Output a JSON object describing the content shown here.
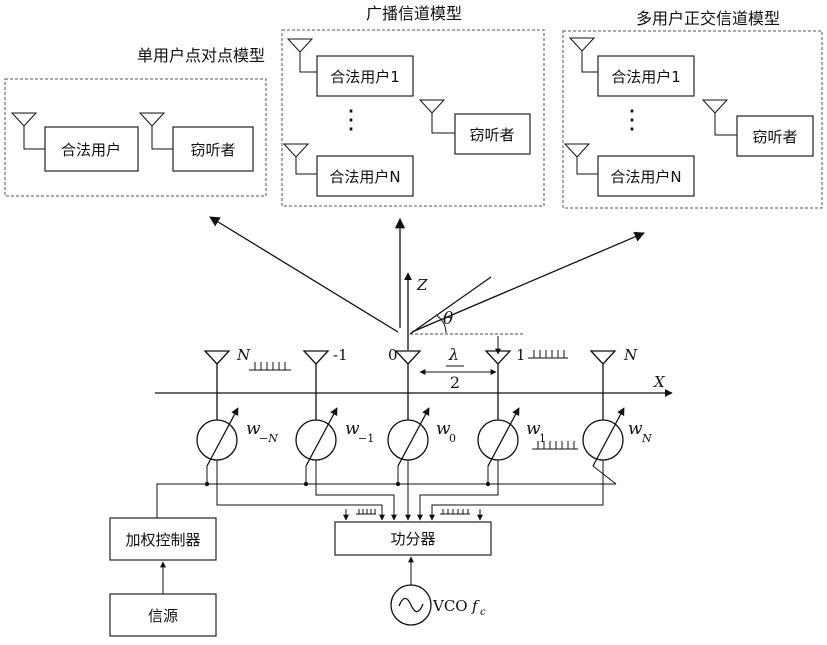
{
  "models": {
    "p2p": {
      "title": "单用户点对点模型",
      "user": "合法用户",
      "eve": "窃听者"
    },
    "broadcast": {
      "title": "广播信道模型",
      "user1": "合法用户1",
      "dots": "⋮",
      "userN": "合法用户N",
      "eve": "窃听者"
    },
    "multi": {
      "title": "多用户正交信道模型",
      "user1": "合法用户1",
      "dots": "⋮",
      "userN": "合法用户N",
      "eve": "窃听者"
    }
  },
  "array": {
    "axis_z": "Z",
    "axis_x": "X",
    "theta": "θ",
    "lambda": "λ",
    "two": "2",
    "labels": [
      "N",
      "-1",
      "0",
      "1",
      "N"
    ],
    "weights": {
      "w_neg_N": {
        "base": "w",
        "sub": "−N"
      },
      "w_neg_1": {
        "base": "w",
        "sub": "−1"
      },
      "w_0": {
        "base": "w",
        "sub": "0"
      },
      "w_1": {
        "base": "w",
        "sub": "1"
      },
      "w_N": {
        "base": "w",
        "sub": "N"
      }
    }
  },
  "blocks": {
    "weight_controller": "加权控制器",
    "source": "信源",
    "power_divider": "功分器",
    "vco": "VCO",
    "fc": {
      "base": "f",
      "sub": "c"
    }
  }
}
